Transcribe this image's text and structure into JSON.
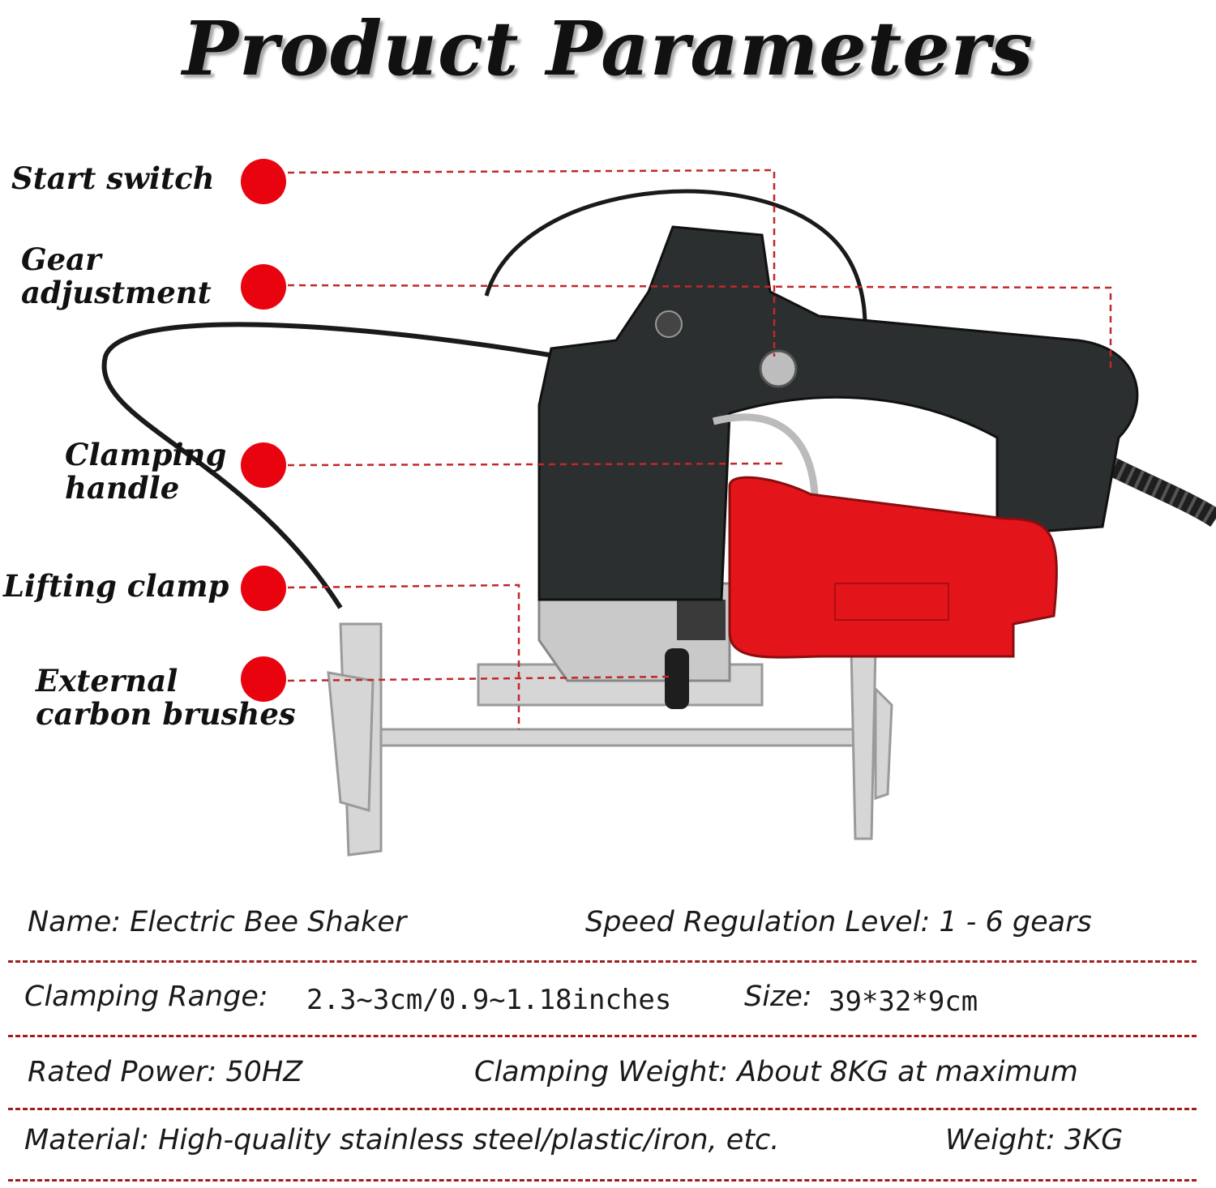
{
  "title": "Product Parameters",
  "callouts": [
    {
      "label": "Start switch"
    },
    {
      "label": "Gear\nadjustment"
    },
    {
      "label": "Clamping\nhandle"
    },
    {
      "label": "Lifting clamp"
    },
    {
      "label": "External\ncarbon brushes"
    }
  ],
  "specs": {
    "row1": {
      "left": "Name: Electric Bee Shaker",
      "right": "Speed Regulation Level: 1 - 6 gears"
    },
    "row2": {
      "left_label": "Clamping Range:",
      "left_value": "2.3~3cm/0.9~1.18inches",
      "right_label": "Size:",
      "right_value": "39*32*9cm"
    },
    "row3": {
      "left": "Rated Power: 50HZ",
      "right": "Clamping Weight: About 8KG at maximum"
    },
    "row4": {
      "left": "Material: High-quality stainless steel/plastic/iron, etc.",
      "right": "Weight: 3KG"
    }
  },
  "colors": {
    "accent_red": "#e8030f",
    "divider": "#a01d1d",
    "body_black": "#2b2f2f",
    "motor_red": "#e3151a",
    "metal": "#c9c9c9"
  }
}
